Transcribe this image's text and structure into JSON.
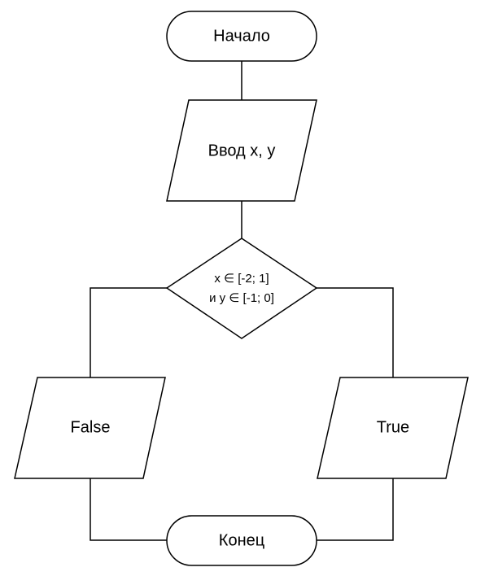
{
  "flowchart": {
    "start": "Начало",
    "input": "Ввод x, y",
    "condition": {
      "line1": "x ∈ [-2; 1]",
      "line2": "и y ∈ [-1; 0]"
    },
    "false_output": "False",
    "true_output": "True",
    "end": "Конец"
  }
}
